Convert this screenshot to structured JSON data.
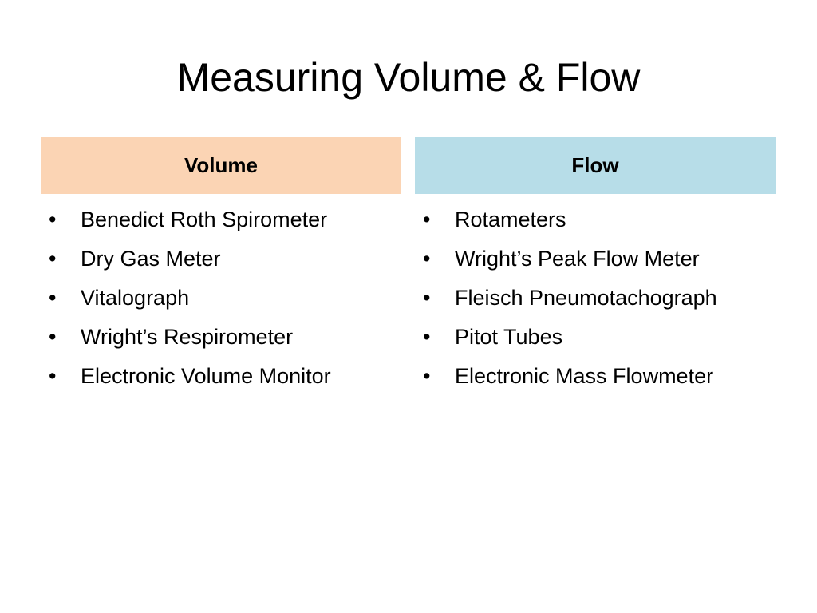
{
  "slide": {
    "title": "Measuring Volume & Flow"
  },
  "columns": [
    {
      "header": "Volume",
      "header_color": "#FBD4B4",
      "items": [
        "Benedict Roth Spirometer",
        "Dry Gas Meter",
        "Vitalograph",
        "Wright’s Respirometer",
        "Electronic Volume Monitor"
      ]
    },
    {
      "header": "Flow",
      "header_color": "#B7DDE8",
      "items": [
        "Rotameters",
        "Wright’s Peak Flow Meter",
        "Fleisch Pneumotachograph",
        "Pitot Tubes",
        "Electronic Mass Flowmeter"
      ]
    }
  ],
  "bullet_glyph": "•"
}
